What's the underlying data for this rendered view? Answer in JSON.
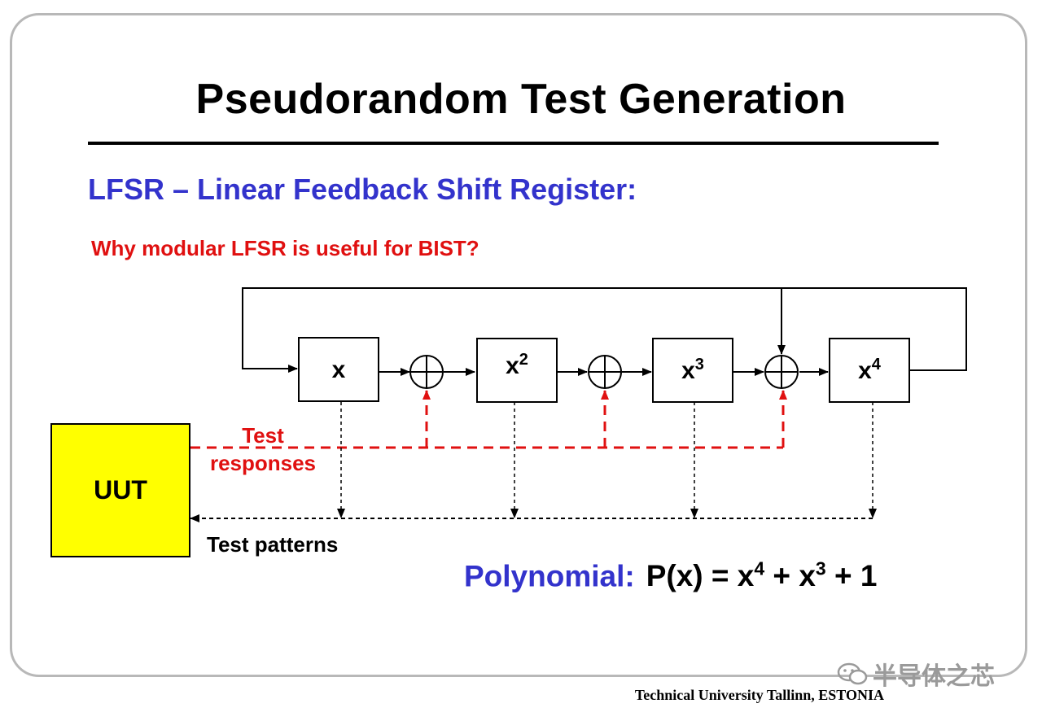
{
  "slide": {
    "title": "Pseudorandom Test Generation",
    "subtitle": "LFSR – Linear Feedback Shift Register:",
    "question": "Why modular LFSR is useful for BIST?"
  },
  "diagram": {
    "uut_label": "UUT",
    "registers": [
      {
        "base": "x",
        "exp": ""
      },
      {
        "base": "x",
        "exp": "2"
      },
      {
        "base": "x",
        "exp": "3"
      },
      {
        "base": "x",
        "exp": "4"
      }
    ],
    "responses_label_line1": "Test",
    "responses_label_line2": "responses",
    "patterns_label": "Test patterns"
  },
  "polynomial": {
    "label": "Polynomial:",
    "lhs": "P(x) = x",
    "exp1": "4",
    "mid": " + x",
    "exp2": "3",
    "tail": " + 1"
  },
  "footer": {
    "institution": "Technical University Tallinn, ESTONIA",
    "watermark": "半导体之芯"
  },
  "colors": {
    "title": "#000000",
    "subtitle": "#3333cc",
    "question": "#e01010",
    "uut_fill": "#ffff00",
    "responses_line": "#e01010"
  }
}
